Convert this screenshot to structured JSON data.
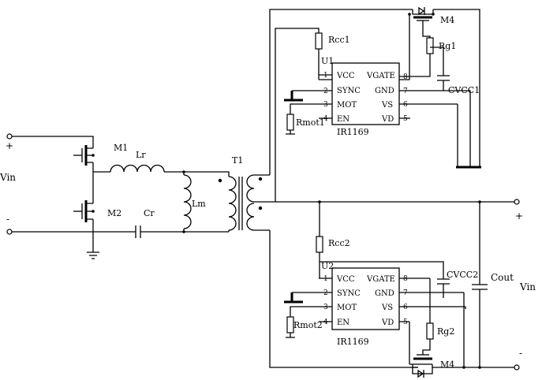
{
  "input": {
    "vin_label": "Vin",
    "plus": "+",
    "minus": "-"
  },
  "output": {
    "vin_label": "Vin",
    "plus": "+",
    "minus": "-"
  },
  "primary": {
    "m1": "M1",
    "m2": "M2",
    "lr": "Lr",
    "lm": "Lm",
    "cr": "Cr",
    "t1": "T1"
  },
  "sr_top": {
    "chip_ref": "U1",
    "chip_name": "IR1169",
    "rcc": "Rcc1",
    "rmot": "Rmot1",
    "rg": "Rg1",
    "cvcc": "CVCC1",
    "mosfet": "M4",
    "pins_left": [
      "VCC",
      "SYNC",
      "MOT",
      "EN"
    ],
    "pins_right": [
      "VGATE",
      "GND",
      "VS",
      "VD"
    ],
    "nums_left": [
      "1",
      "2",
      "3",
      "4"
    ],
    "nums_right": [
      "8",
      "7",
      "6",
      "5"
    ]
  },
  "sr_bottom": {
    "chip_ref": "U2",
    "chip_name": "IR1169",
    "rcc": "Rcc2",
    "rmot": "Rmot2",
    "rg": "Rg2",
    "cvcc": "CVCC2",
    "mosfet": "M4",
    "pins_left": [
      "VCC",
      "SYNC",
      "MOT",
      "EN"
    ],
    "pins_right": [
      "VGATE",
      "GND",
      "VS",
      "VD"
    ],
    "nums_left": [
      "1",
      "2",
      "3",
      "4"
    ],
    "nums_right": [
      "8",
      "7",
      "6",
      "5"
    ]
  },
  "output_cap": "Cout"
}
